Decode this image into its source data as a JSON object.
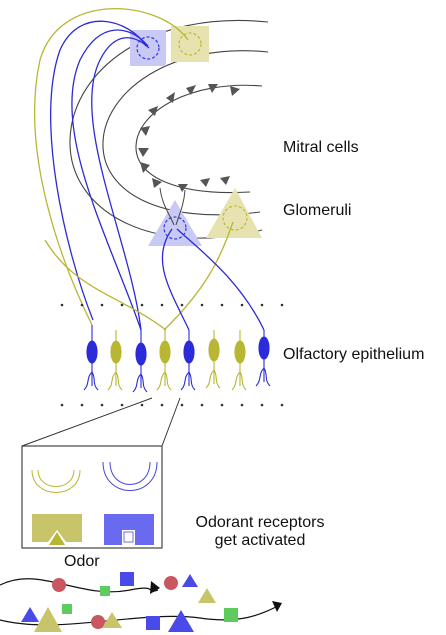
{
  "labels": {
    "mitral_cells": "Mitral cells",
    "glomeruli": "Glomeruli",
    "olfactory_epithelium": "Olfactory epithelium",
    "odorant_receptors_line1": "Odorant receptors",
    "odorant_receptors_line2": "get activated",
    "odor": "Odor"
  },
  "colors": {
    "blue": "#2b2bd9",
    "blue_fill": "#6a6af0",
    "blue_light": "#c9c9f5",
    "olive": "#b9b633",
    "olive_fill": "#c8c46a",
    "olive_light": "#e6e3b0",
    "red": "#c9575f",
    "green": "#5ecb5e",
    "mitral": "#555555",
    "line": "#444444"
  },
  "icons": {
    "blue_square": "blue-square-icon",
    "olive_triangle": "olive-triangle-icon",
    "red_circle": "red-circle-icon",
    "green_square": "green-square-icon"
  }
}
